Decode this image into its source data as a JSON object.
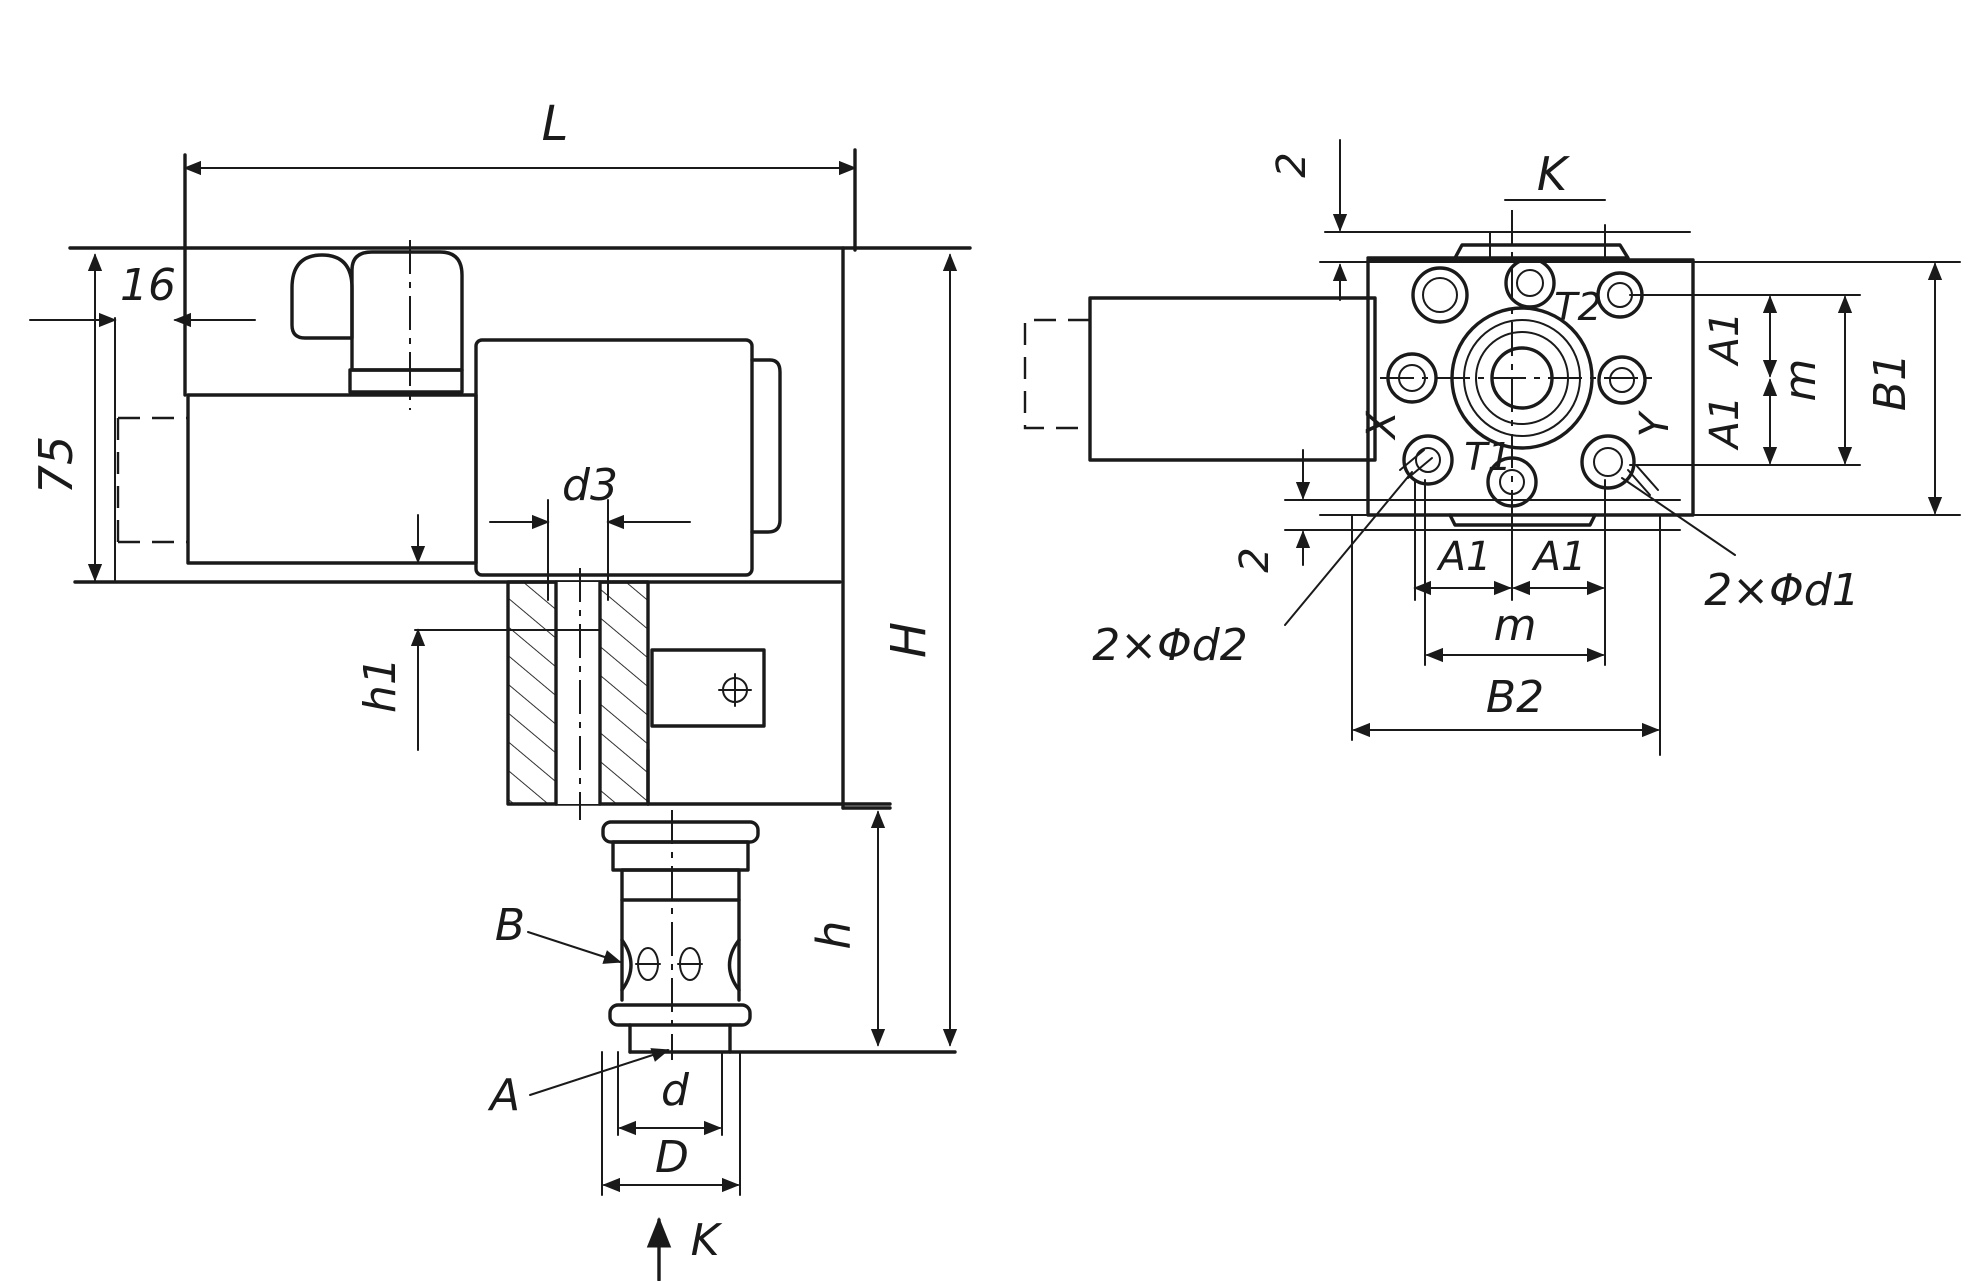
{
  "labels": {
    "L": "L",
    "dim_16": "16",
    "dim_75": "75",
    "d3": "d3",
    "h1": "h1",
    "H": "H",
    "h": "h",
    "B": "B",
    "A": "A",
    "d": "d",
    "D": "D",
    "K_arrow": "K",
    "K_view": "K",
    "dim_2_top": "2",
    "dim_2_bottom": "2",
    "T2": "T2",
    "T1": "T1",
    "X": "X",
    "Y": "Y",
    "A1_upper": "A1",
    "A1_lower": "A1",
    "m_right": "m",
    "B1": "B1",
    "A1_bottom_left": "A1",
    "A1_bottom_right": "A1",
    "m_bottom": "m",
    "B2": "B2",
    "d1_callout": "2×Φd1",
    "d2_callout": "2×Φd2"
  },
  "colors": {
    "ink": "#1a1a1a",
    "paper": "#ffffff"
  }
}
